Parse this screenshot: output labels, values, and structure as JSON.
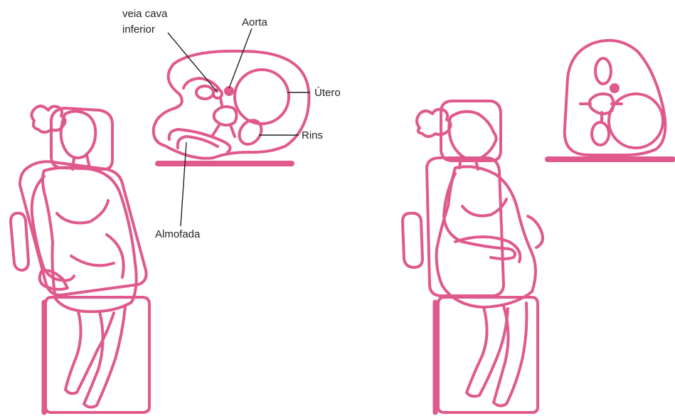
{
  "labels": {
    "vena_cava_line1": "veia cava",
    "vena_cava_line2": "inferior",
    "aorta": "Aorta",
    "uterus": "Útero",
    "kidneys": "Rins",
    "pillow": "Almofada"
  },
  "colors": {
    "outline": "#E0598C",
    "label_text": "#222222",
    "leader_line": "#222222",
    "background": "#FFFFFF"
  }
}
